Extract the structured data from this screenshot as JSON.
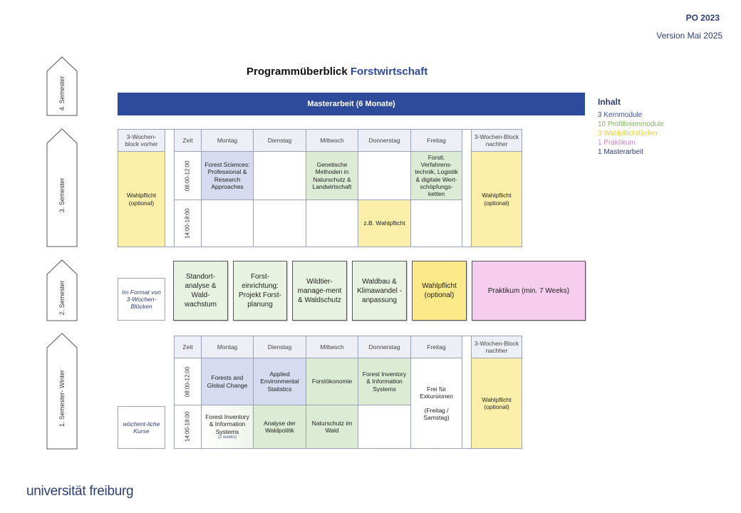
{
  "header": {
    "po": "PO 2023",
    "version": "Version Mai 2025"
  },
  "title": {
    "prefix": "Programmüberblick",
    "highlight": "Forstwirtschaft"
  },
  "legend": {
    "heading": "Inhalt",
    "items": [
      {
        "text": "3 Kernmodule",
        "color": "#3b4f99"
      },
      {
        "text": "10 Profillinienmodule",
        "color": "#82b25e"
      },
      {
        "text": "3 Wahlpflichtfächer",
        "color": "#e7d23a"
      },
      {
        "text": "1 Praktikum",
        "color": "#d07fc6"
      },
      {
        "text": "1 Masterarbeit",
        "color": "#2e3e78"
      }
    ]
  },
  "semesters": {
    "s4": "4. Semester",
    "s3": "3. Semester",
    "s2": "2. Semester",
    "s1": "1. Semester- Winter"
  },
  "masterarbeit": "Masterarbeit (6 Monate)",
  "sem3": {
    "block_before_header": "3-Wochen-block vorher",
    "block_before_body": "Wahlpflicht (optional)",
    "block_after_header": "3-Wochen-Block nachher",
    "block_after_body": "Wahlpflicht (optional)",
    "days": [
      "Zeit",
      "Montag",
      "Dienstag",
      "Mittwoch",
      "Donnerstag",
      "Freitag"
    ],
    "times": [
      "08:00-12:00",
      "14:00-18:00"
    ],
    "morning": [
      "Forest Sciences: Professional & Research Approaches",
      "",
      "Genetische Methoden in Naturschutz & Landwirtschaft",
      "",
      "Forstl. Verfahrens-technik, Logistik & digitale Wert-schöpfungs-ketten"
    ],
    "afternoon": [
      "",
      "",
      "",
      "z.B. Wahlpflicht",
      ""
    ]
  },
  "sem2": {
    "format_note": "Im Format von 3-Wochen-Blöcken",
    "modules": [
      "Standort-analyse & Wald-wachstum",
      "Forst-einrichtung: Projekt Forst-planung",
      "Wildtier-manage-ment & Waldschutz",
      "Waldbau & Klimawandel -anpassung",
      "Wahlpflicht (optional)",
      "Praktikum (min. 7 Weeks)"
    ]
  },
  "sem1": {
    "weekly_note": "wöchent-liche Kurse",
    "block_after_header": "3-Wochen-Block nachher",
    "block_after_body": "Wahlpflicht (optional)",
    "days": [
      "Zeit",
      "Montag",
      "Dienstag",
      "Mittwoch",
      "Donnerstag",
      "Freitag"
    ],
    "times": [
      "08:00-12:00",
      "14:00-18:00"
    ],
    "morning": [
      "Forests and Global Change",
      "Applied Environmental Statistics",
      "Forstökonomie",
      "Forest Inventory & Information Systems"
    ],
    "afternoon": [
      "Forest Inventory & Information Systems",
      "Analyse der Waldpolitik",
      "Naturschutz im Wald",
      ""
    ],
    "afternoon_note": "(2 weeks)",
    "friday": "Frei für Exkursionen",
    "friday_note": "(Freitag / Samstag)"
  },
  "logo": "universität freiburg"
}
